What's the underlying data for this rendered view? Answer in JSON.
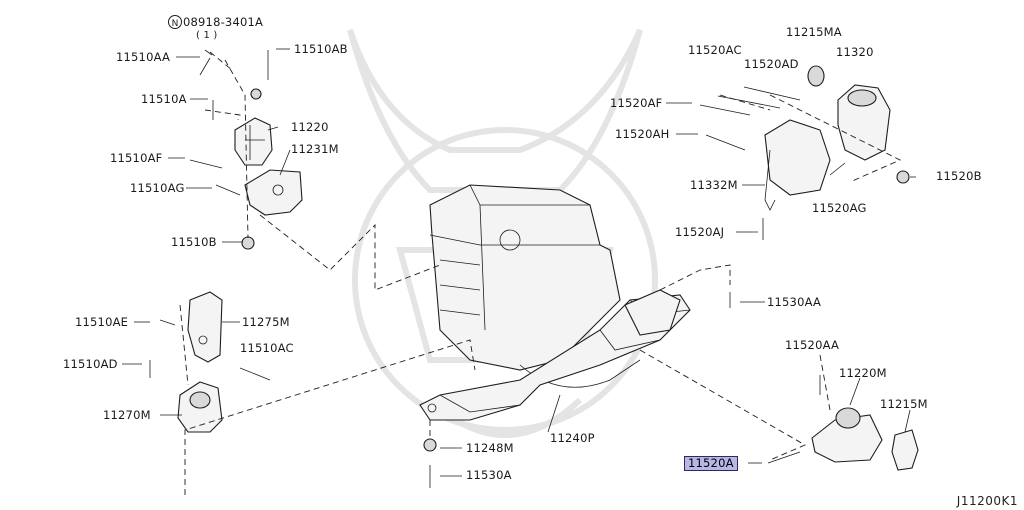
{
  "diagram": {
    "code": "J11200K1",
    "highlight_color": "#b9b6e6",
    "labels": {
      "p08918_3401a": "08918-3401A",
      "p08918_qty": "( 1 )",
      "p11510aa": "11510AA",
      "p11510ab": "11510AB",
      "p11510a": "11510A",
      "p11220": "11220",
      "p11510af": "11510AF",
      "p11231m": "11231M",
      "p11510ag": "11510AG",
      "p11510b": "11510B",
      "p11520ac": "11520AC",
      "p11215ma": "11215MA",
      "p11320": "11320",
      "p11520ad": "11520AD",
      "p11520af": "11520AF",
      "p11520ah": "11520AH",
      "p11332m": "11332M",
      "p11520b": "11520B",
      "p11520ag": "11520AG",
      "p11520aj": "11520AJ",
      "p11530aa": "11530AA",
      "p11510ae": "11510AE",
      "p11275m": "11275M",
      "p11510ad": "11510AD",
      "p11510ac": "11510AC",
      "p11270m": "11270M",
      "p11520aa": "11520AA",
      "p11220m": "11220M",
      "p11215m": "11215M",
      "p11248m": "11248M",
      "p11240p": "11240P",
      "p11530a": "11530A",
      "p11520a": "11520A"
    },
    "icons": [
      "n-circle-icon",
      "bolt-icon",
      "nut-icon",
      "washer-icon",
      "bracket-icon",
      "engine-mount-icon",
      "crossmember-icon",
      "engine-block-icon"
    ]
  }
}
